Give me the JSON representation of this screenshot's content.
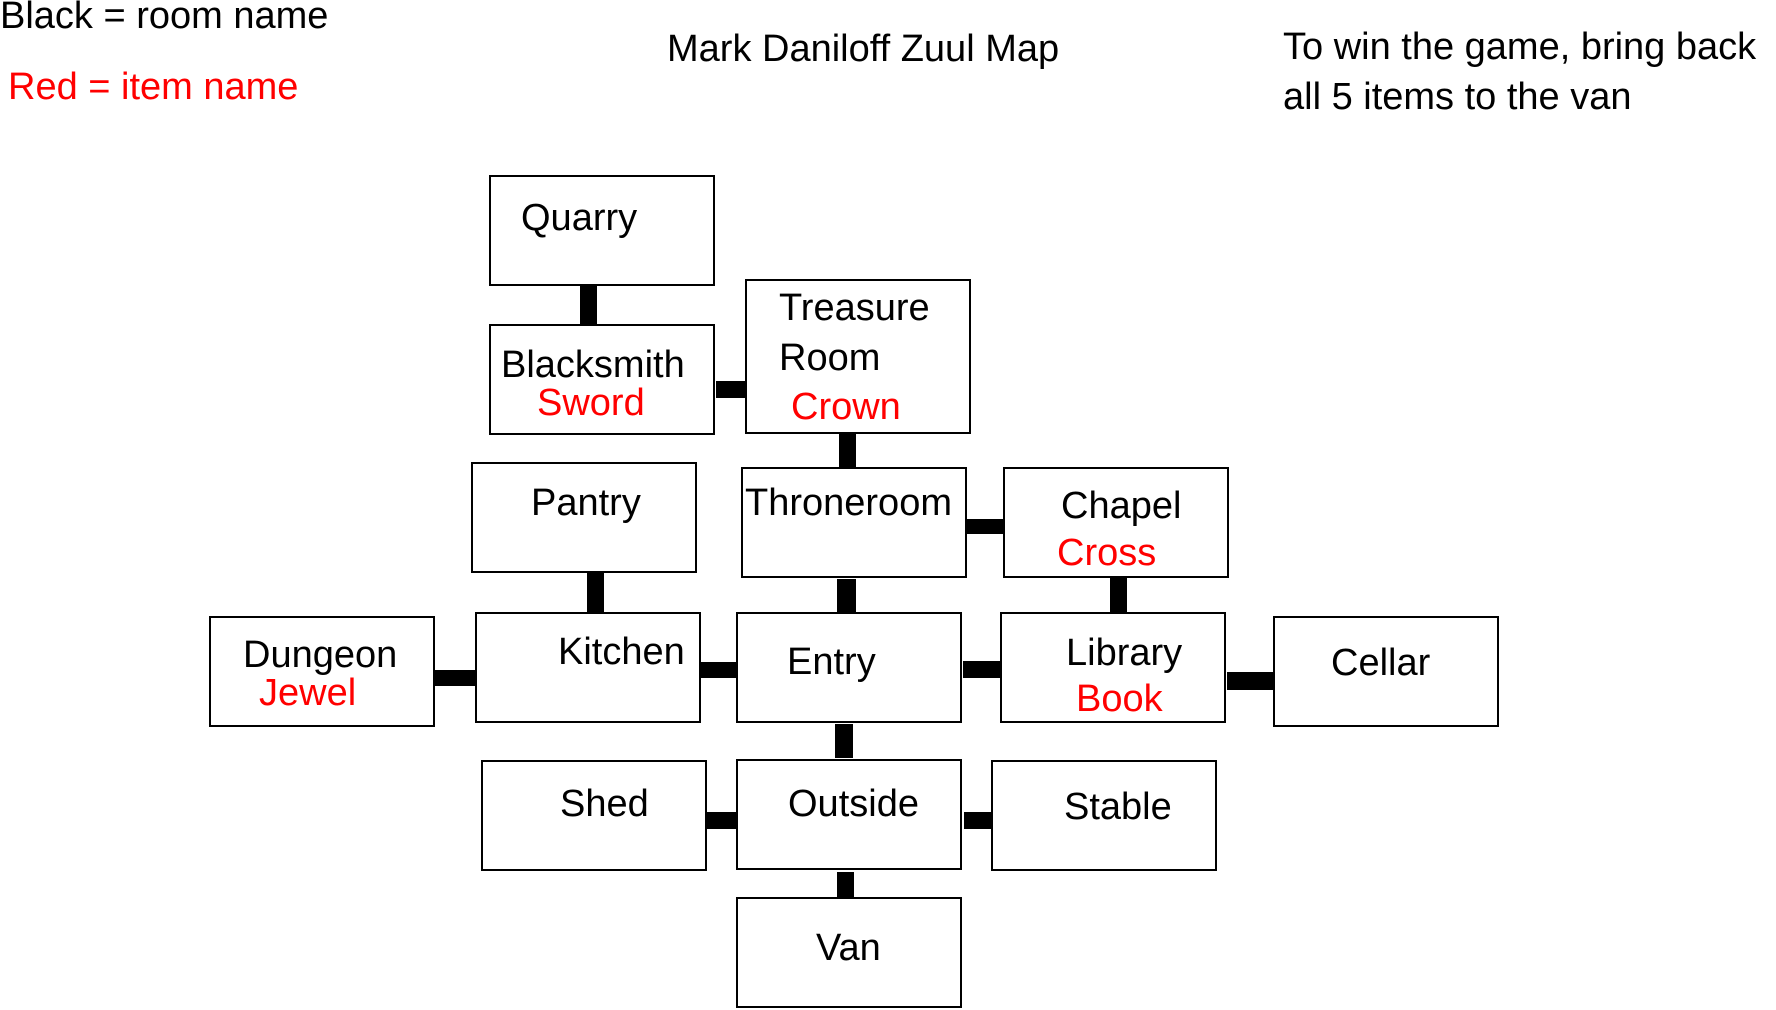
{
  "legend": {
    "room_name": "Black = room name",
    "item_name": "Red = item name"
  },
  "title": "Mark Daniloff Zuul Map",
  "win_condition": {
    "line1": "To win the game, bring back",
    "line2": "all 5 items to the van"
  },
  "colors": {
    "room_text": "#000000",
    "item_text": "#ff0000",
    "border": "#000000",
    "connector": "#000000"
  },
  "rooms": {
    "quarry": {
      "name": "Quarry"
    },
    "blacksmith": {
      "name": "Blacksmith",
      "item": "Sword"
    },
    "treasure_room": {
      "name_line1": "Treasure",
      "name_line2": "Room",
      "item": "Crown"
    },
    "pantry": {
      "name": "Pantry"
    },
    "throneroom": {
      "name": "Throneroom"
    },
    "chapel": {
      "name": "Chapel",
      "item": "Cross"
    },
    "dungeon": {
      "name": "Dungeon",
      "item": "Jewel"
    },
    "kitchen": {
      "name": "Kitchen"
    },
    "entry": {
      "name": "Entry"
    },
    "library": {
      "name": "Library",
      "item": "Book"
    },
    "cellar": {
      "name": "Cellar"
    },
    "shed": {
      "name": "Shed"
    },
    "outside": {
      "name": "Outside"
    },
    "stable": {
      "name": "Stable"
    },
    "van": {
      "name": "Van"
    }
  }
}
